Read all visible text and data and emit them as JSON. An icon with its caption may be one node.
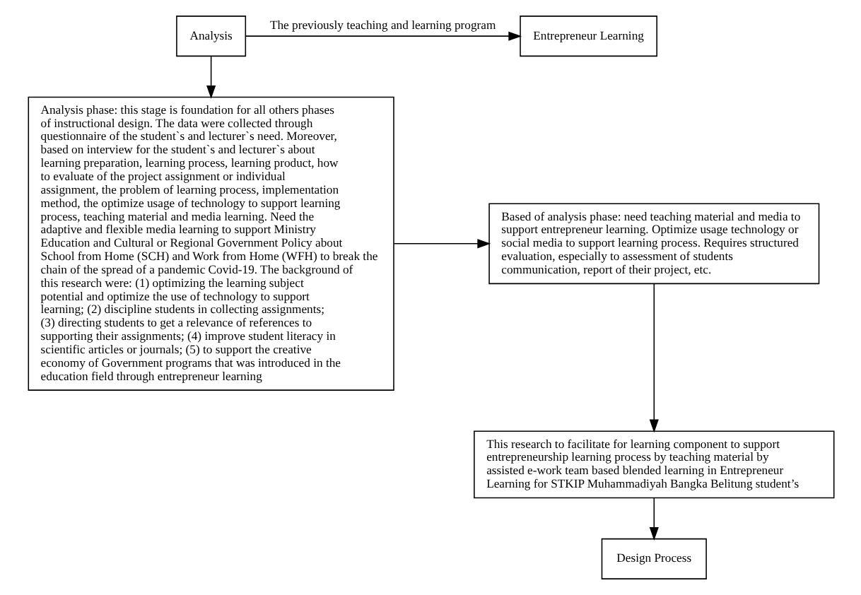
{
  "diagram": {
    "nodes": [
      {
        "text": [
          "Analysis"
        ]
      },
      {
        "text": [
          "Entrepreneur Learning"
        ]
      },
      {
        "text": [
          "Analysis phase: this stage is foundation for all others phases of instructional design. The data were collected through questionnaire of the student`s and lecturer`s need. Moreover, based on interview for the student`s and lecturer`s about learning preparation, learning process, learning product, how to evaluate of the project assignment or individual assignment, the problem of learning process, implementation method, the optimize usage of technology to support learning process, teaching material and media learning. Need the adaptive and flexible media learning to support Ministry Education and Cultural or Regional Government Policy about School from Home (SCH) and Work from Home (WFH) to break the chain of the spread of a pandemic Covid-19. The background of this research were: (1) optimizing the learning subject potential and optimize the use of technology to support learning; (2) discipline students in collecting assignments; (3) directing students to get a relevance of references to supporting their assignments; (4) improve student literacy in scientific articles or journals; (5) to support the creative economy of Government programs that was introduced in the education field through entrepreneur learning"
        ]
      },
      {
        "text": [
          "Based of analysis phase: need teaching material and media to support entrepreneur learning. Optimize usage technology or social media to support learning process. Requires structured evaluation, especially to assessment of students communication, report of their project, etc."
        ]
      },
      {
        "text": [
          "This research to facilitate for learning component to support entrepreneurship learning process by teaching material by assisted e-work team based blended learning in Entrepreneur Learning for STKIP Muhammadiyah Bangka Belitung student’s"
        ]
      },
      {
        "text": [
          "Design Process"
        ]
      }
    ],
    "edges": [
      {
        "from": 0,
        "to": 1,
        "arrow": "to",
        "label": "The previously teaching and learning program"
      },
      {
        "from": 0,
        "to": 2,
        "arrow": "to"
      },
      {
        "from": 2,
        "to": 3,
        "arrow": "to"
      },
      {
        "from": 3,
        "to": 4,
        "arrow": "to"
      },
      {
        "from": 4,
        "to": 5,
        "arrow": "to"
      }
    ]
  }
}
